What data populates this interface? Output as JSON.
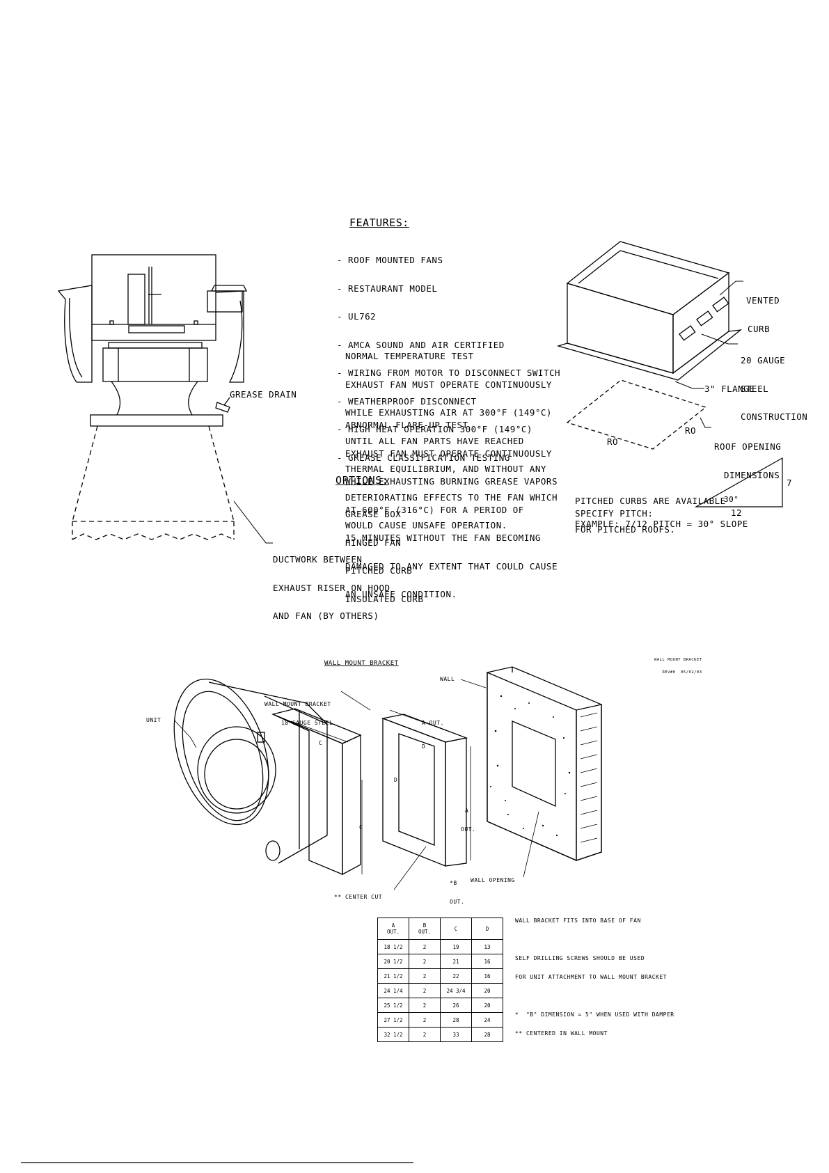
{
  "upblast": {
    "features_title": "FEATURES:",
    "features": [
      "- ROOF MOUNTED FANS",
      "- RESTAURANT MODEL",
      "- UL762",
      "- AMCA SOUND AND AIR CERTIFIED",
      "- WIRING FROM MOTOR TO DISCONNECT SWITCH",
      "- WEATHERPROOF DISCONNECT",
      "- HIGH HEAT OPERATION 300°F (149°C)",
      "- GREASE CLASSIFICATION TESTING"
    ],
    "normal_test": [
      "NORMAL TEMPERATURE TEST",
      "EXHAUST FAN MUST OPERATE CONTINUOUSLY",
      "WHILE EXHAUSTING AIR AT 300°F (149°C)",
      "UNTIL ALL FAN PARTS HAVE REACHED",
      "THERMAL EQUILIBRIUM, AND WITHOUT ANY",
      "DETERIORATING EFFECTS TO THE FAN WHICH",
      "WOULD CAUSE UNSAFE OPERATION."
    ],
    "abnormal_test": [
      "ABNORMAL FLARE-UP TEST",
      "EXHAUST FAN MUST OPERATE CONTINUOUSLY",
      "WHILE EXHAUSTING BURNING GREASE VAPORS",
      "AT 600°F (316°C) FOR A PERIOD OF",
      "15 MINUTES WITHOUT THE FAN BECOMING",
      "DAMAGED TO ANY EXTENT THAT COULD CAUSE",
      "AN UNSAFE CONDITION."
    ],
    "options_title": "OPTIONS:",
    "options": [
      "GREASE BOX",
      "HINGED FAN",
      "PITCHED CURB",
      "INSULATED CURB"
    ],
    "grease_drain": "GREASE DRAIN",
    "ductwork": [
      "DUCTWORK BETWEEN",
      "EXHAUST RISER ON HOOD",
      "AND FAN (BY OTHERS)"
    ],
    "vented_curb": [
      "VENTED",
      "CURB"
    ],
    "steel": [
      "20 GAUGE",
      "STEEL",
      "CONSTRUCTION"
    ],
    "flange": "3\" FLANGE",
    "ro": "RO",
    "roof_opening": [
      "ROOF OPENING",
      "DIMENSIONS"
    ],
    "pitched": [
      "PITCHED CURBS ARE AVAILABLE",
      "FOR PITCHED ROOFS."
    ],
    "specify": "SPECIFY PITCH:",
    "example": "EXAMPLE: 7/12 PITCH = 30° SLOPE",
    "pitch_rise": "7",
    "pitch_run": "12",
    "pitch_angle": "30°"
  },
  "wall_mount": {
    "title": "WALL MOUNT BRACKET",
    "corner": [
      "WALL MOUNT BRACKET",
      "REV#0  05/02/03"
    ],
    "bracket_label": [
      "WALL MOUNT BRACKET",
      "18 GAUGE STEEL"
    ],
    "wall": "WALL",
    "unit": "UNIT",
    "dim_a_out": "A OUT.",
    "dim_a_out_v": [
      "A",
      "OUT."
    ],
    "dim_b_out": [
      "*B",
      "OUT."
    ],
    "dim_c": "C",
    "dim_d": "D",
    "wall_opening": "WALL OPENING",
    "center_cut": "** CENTER CUT",
    "notes": [
      "WALL BRACKET FITS INTO BASE OF FAN",
      "",
      "SELF DRILLING SCREWS SHOULD BE USED",
      "FOR UNIT ATTACHMENT TO WALL MOUNT BRACKET",
      "",
      "*  \"B\" DIMENSION = 5\" WHEN USED WITH DAMPER",
      "** CENTERED IN WALL MOUNT"
    ],
    "table_headers": [
      "A\nOUT.",
      "B\nOUT.",
      "C",
      "D"
    ],
    "table_rows": [
      [
        "18 1/2",
        "2",
        "19",
        "13"
      ],
      [
        "20 1/2",
        "2",
        "21",
        "16"
      ],
      [
        "21 1/2",
        "2",
        "22",
        "16"
      ],
      [
        "24 1/4",
        "2",
        "24 3/4",
        "20"
      ],
      [
        "25 1/2",
        "2",
        "26",
        "20"
      ],
      [
        "27 1/2",
        "2",
        "28",
        "24"
      ],
      [
        "32 1/2",
        "2",
        "33",
        "28"
      ]
    ]
  }
}
